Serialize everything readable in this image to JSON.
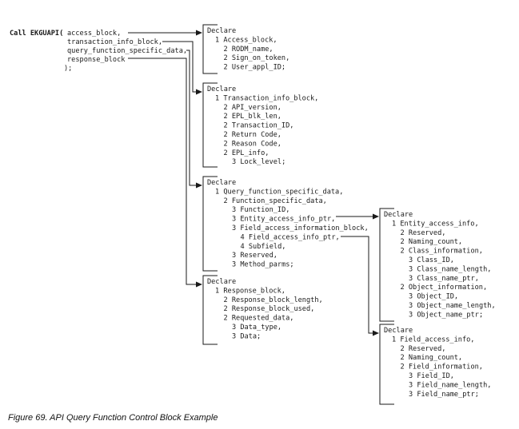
{
  "call": {
    "keyword": "Call EKGUAPI(",
    "params": [
      "access_block,",
      "transaction_info_block,",
      "query_function_specific_data,",
      "response_block"
    ],
    "close": ");"
  },
  "blocks": [
    {
      "id": "access",
      "lines": [
        "Declare",
        "1 Access_block,",
        "2 RODM_name,",
        "2 Sign_on_token,",
        "2 User_appl_ID;"
      ]
    },
    {
      "id": "transaction",
      "lines": [
        "Declare",
        "1 Transaction_info_block,",
        "2 API_version,",
        "2 EPL_blk_len,",
        "2 Transaction_ID,",
        "2 Return Code,",
        "2 Reason Code,",
        "2 EPL_info,",
        "3 Lock_level;"
      ]
    },
    {
      "id": "query",
      "lines": [
        "Declare",
        "1 Query_function_specific_data,",
        "2 Function_specific_data,",
        "3 Function_ID,",
        "3 Entity_access_info_ptr,",
        "3 Field_access_information_block,",
        "4 Field_access_info_ptr,",
        "4 Subfield,",
        "3 Reserved,",
        "3 Method_parms;"
      ]
    },
    {
      "id": "response",
      "lines": [
        "Declare",
        "1 Response_block,",
        "2 Response_block_length,",
        "2 Response_block_used,",
        "2 Requested_data,",
        "3 Data_type,",
        "3 Data;"
      ]
    },
    {
      "id": "entity",
      "lines": [
        "Declare",
        "1 Entity_access_info,",
        "2 Reserved,",
        "2 Naming_count,",
        "2 Class_information,",
        "3 Class_ID,",
        "3 Class_name_length,",
        "3 Class_name_ptr,",
        "2 Object_information,",
        "3 Object_ID,",
        "3 Object_name_length,",
        "3 Object_name_ptr;"
      ]
    },
    {
      "id": "field",
      "lines": [
        "Declare",
        "1 Field_access_info,",
        "2 Reserved,",
        "2 Naming_count,",
        "2 Field_information,",
        "3 Field_ID,",
        "3 Field_name_length,",
        "3 Field_name_ptr;"
      ]
    }
  ],
  "caption": "Figure 69. API Query Function Control Block Example"
}
